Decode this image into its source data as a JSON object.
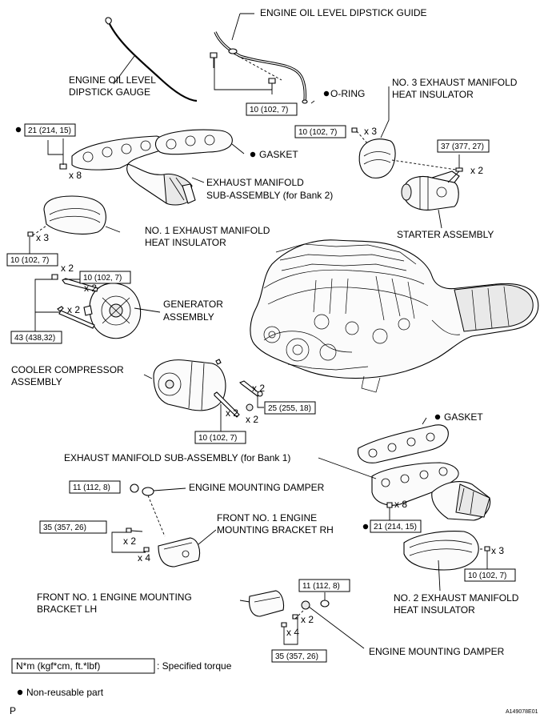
{
  "labels": {
    "dipstick_guide": "ENGINE OIL LEVEL DIPSTICK GUIDE",
    "dipstick_gauge_1": "ENGINE OIL LEVEL",
    "dipstick_gauge_2": "DIPSTICK GAUGE",
    "o_ring": "O-RING",
    "no3_insulator_1": "NO. 3 EXHAUST MANIFOLD",
    "no3_insulator_2": "HEAT INSULATOR",
    "gasket_top": "GASKET",
    "exhaust_bank2_1": "EXHAUST MANIFOLD",
    "exhaust_bank2_2": "SUB-ASSEMBLY (for Bank 2)",
    "no1_insulator_1": "NO. 1 EXHAUST MANIFOLD",
    "no1_insulator_2": "HEAT INSULATOR",
    "starter": "STARTER ASSEMBLY",
    "generator_1": "GENERATOR",
    "generator_2": "ASSEMBLY",
    "compressor_1": "COOLER COMPRESSOR",
    "compressor_2": "ASSEMBLY",
    "gasket_bank1": "GASKET",
    "exhaust_bank1": "EXHAUST MANIFOLD SUB-ASSEMBLY (for Bank 1)",
    "damper_top": "ENGINE MOUNTING DAMPER",
    "bracket_rh_1": "FRONT NO. 1 ENGINE",
    "bracket_rh_2": "MOUNTING BRACKET RH",
    "no2_insulator_1": "NO. 2 EXHAUST MANIFOLD",
    "no2_insulator_2": "HEAT INSULATOR",
    "bracket_lh_1": "FRONT NO. 1 ENGINE MOUNTING",
    "bracket_lh_2": "BRACKET LH",
    "damper_bottom": "ENGINE MOUNTING DAMPER"
  },
  "torques": {
    "dipstick_guide": "10 (102, 7)",
    "exhaust_bank2": "21 (214, 15)",
    "no3_insulator": "10 (102, 7)",
    "starter": "37 (377, 27)",
    "no1_insulator": "10 (102, 7)",
    "generator_upper": "10 (102, 7)",
    "generator_lower": "43 (438,32)",
    "compressor_right": "25 (255, 18)",
    "compressor_bottom": "10 (102, 7)",
    "damper_top": "11 (112, 8)",
    "bracket_rh": "35 (357, 26)",
    "exhaust_bank1": "21 (214, 15)",
    "no2_insulator": "10 (102, 7)",
    "damper_bottom": "11 (112, 8)",
    "bracket_lh": "35 (357, 26)"
  },
  "multipliers": {
    "exhaust_bank2": "x 8",
    "no3_insulator": "x 3",
    "starter": "x 2",
    "no1_insulator": "x 3",
    "generator_nut": "x 2",
    "generator_upper": "x 2",
    "generator_lower": "x 2",
    "compressor_top": "x 2",
    "compressor_left": "x 2",
    "compressor_right": "x 2",
    "bracket_rh_upper": "x 2",
    "bracket_rh_lower": "x 4",
    "exhaust_bank1": "x 8",
    "no2_insulator": "x 3",
    "bracket_lh_right": "x 2",
    "bracket_lh_left": "x 4"
  },
  "legend": {
    "torque_box": "N*m (kgf*cm, ft.*lbf)",
    "torque_desc": ": Specified torque",
    "non_reusable": "Non-reusable part"
  },
  "footer": {
    "corner_left": "P",
    "figure_code": "A149078E01"
  }
}
